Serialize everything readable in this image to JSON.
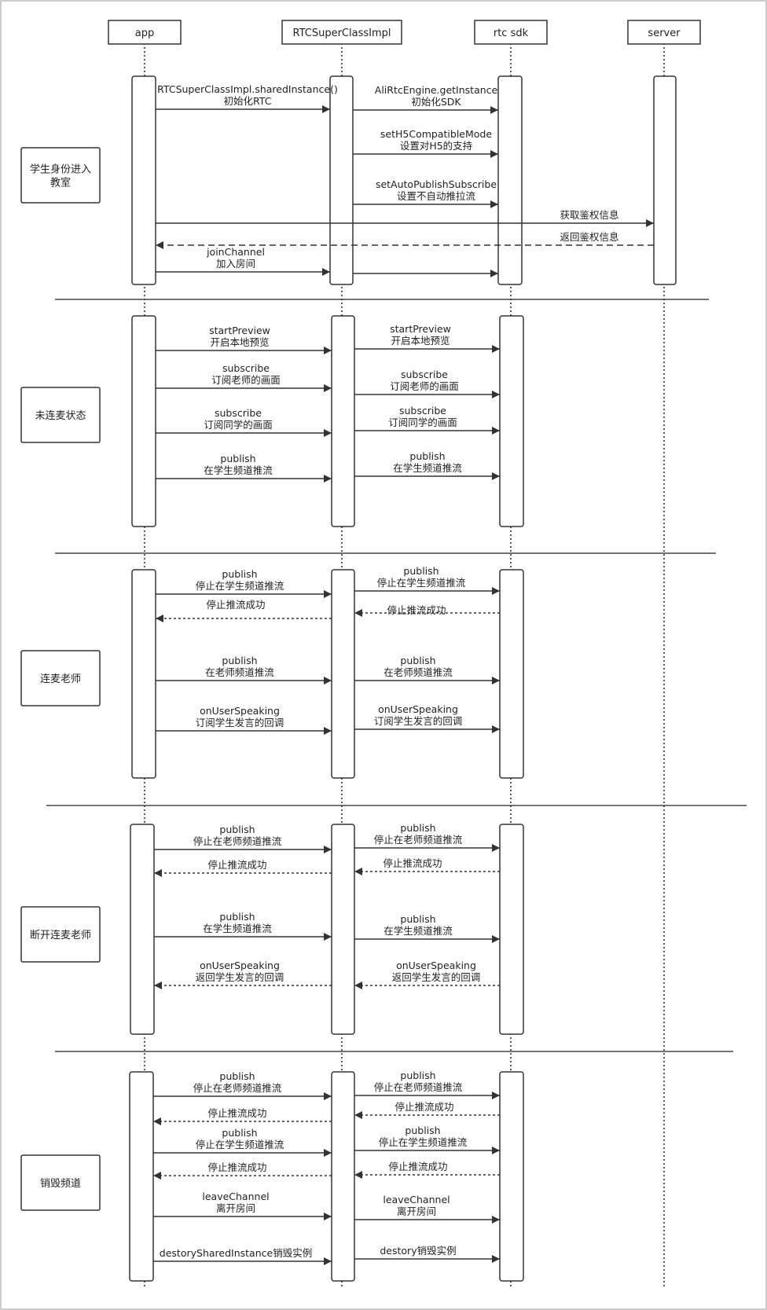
{
  "participants": [
    {
      "id": "app",
      "label": "app"
    },
    {
      "id": "rtc_impl",
      "label": "RTCSuperClassImpl"
    },
    {
      "id": "rtc_sdk",
      "label": "rtc sdk"
    },
    {
      "id": "server",
      "label": "server"
    }
  ],
  "phases": [
    {
      "label": [
        "学生身份进入",
        "教室"
      ],
      "messages": [
        {
          "from": "app",
          "to": "rtc_impl",
          "style": "solid",
          "lines": [
            "RTCSuperClassImpl.sharedInstance()",
            "初始化RTC"
          ]
        },
        {
          "from": "rtc_impl",
          "to": "rtc_sdk",
          "style": "solid",
          "lines": [
            "AliRtcEngine.getInstance",
            "初始化SDK"
          ]
        },
        {
          "from": "rtc_impl",
          "to": "rtc_sdk",
          "style": "solid",
          "lines": [
            "setH5CompatibleMode",
            "设置对H5的支持"
          ]
        },
        {
          "from": "rtc_impl",
          "to": "rtc_sdk",
          "style": "solid",
          "lines": [
            "setAutoPublishSubscribe",
            "设置不自动推拉流"
          ]
        },
        {
          "from": "app",
          "to": "server",
          "style": "solid",
          "lines": [
            "获取鉴权信息"
          ]
        },
        {
          "from": "server",
          "to": "app",
          "style": "dashed",
          "lines": [
            "返回鉴权信息"
          ]
        },
        {
          "from": "app",
          "to": "rtc_impl",
          "style": "solid",
          "lines": [
            "joinChannel",
            "加入房间"
          ]
        },
        {
          "from": "rtc_impl",
          "to": "rtc_sdk",
          "style": "solid",
          "lines": []
        }
      ]
    },
    {
      "label": [
        "未连麦状态"
      ],
      "messages": [
        {
          "from": "app",
          "to": "rtc_impl",
          "style": "solid",
          "lines": [
            "startPreview",
            "开启本地预览"
          ]
        },
        {
          "from": "rtc_impl",
          "to": "rtc_sdk",
          "style": "solid",
          "lines": [
            "startPreview",
            "开启本地预览"
          ]
        },
        {
          "from": "app",
          "to": "rtc_impl",
          "style": "solid",
          "lines": [
            "subscribe",
            "订阅老师的画面"
          ]
        },
        {
          "from": "rtc_impl",
          "to": "rtc_sdk",
          "style": "solid",
          "lines": [
            "subscribe",
            "订阅老师的画面"
          ]
        },
        {
          "from": "app",
          "to": "rtc_impl",
          "style": "solid",
          "lines": [
            "subscribe",
            "订阅同学的画面"
          ]
        },
        {
          "from": "rtc_impl",
          "to": "rtc_sdk",
          "style": "solid",
          "lines": [
            "subscribe",
            "订阅同学的画面"
          ]
        },
        {
          "from": "app",
          "to": "rtc_impl",
          "style": "solid",
          "lines": [
            "publish",
            "在学生频道推流"
          ]
        },
        {
          "from": "rtc_impl",
          "to": "rtc_sdk",
          "style": "solid",
          "lines": [
            "publish",
            "在学生频道推流"
          ]
        }
      ]
    },
    {
      "label": [
        "连麦老师"
      ],
      "messages": [
        {
          "from": "app",
          "to": "rtc_impl",
          "style": "solid",
          "lines": [
            "publish",
            "停止在学生频道推流"
          ]
        },
        {
          "from": "rtc_impl",
          "to": "rtc_sdk",
          "style": "solid",
          "lines": [
            "publish",
            "停止在学生频道推流"
          ]
        },
        {
          "from": "rtc_sdk",
          "to": "rtc_impl",
          "style": "dotted",
          "lines": [
            "停止推流成功"
          ]
        },
        {
          "from": "rtc_impl",
          "to": "app",
          "style": "dotted",
          "lines": [
            "停止推流成功"
          ]
        },
        {
          "from": "app",
          "to": "rtc_impl",
          "style": "solid",
          "lines": [
            "publish",
            "在老师频道推流"
          ]
        },
        {
          "from": "rtc_impl",
          "to": "rtc_sdk",
          "style": "solid",
          "lines": [
            "publish",
            "在老师频道推流"
          ]
        },
        {
          "from": "app",
          "to": "rtc_impl",
          "style": "solid",
          "lines": [
            "onUserSpeaking",
            "订阅学生发言的回调"
          ]
        },
        {
          "from": "rtc_impl",
          "to": "rtc_sdk",
          "style": "solid",
          "lines": [
            "onUserSpeaking",
            "订阅学生发言的回调"
          ]
        }
      ]
    },
    {
      "label": [
        "断开连麦老师"
      ],
      "messages": [
        {
          "from": "app",
          "to": "rtc_impl",
          "style": "solid",
          "lines": [
            "publish",
            "停止在老师频道推流"
          ]
        },
        {
          "from": "rtc_impl",
          "to": "rtc_sdk",
          "style": "solid",
          "lines": [
            "publish",
            "停止在老师频道推流"
          ]
        },
        {
          "from": "rtc_impl",
          "to": "app",
          "style": "dotted",
          "lines": [
            "停止推流成功"
          ]
        },
        {
          "from": "rtc_sdk",
          "to": "rtc_impl",
          "style": "dotted",
          "lines": [
            "停止推流成功"
          ]
        },
        {
          "from": "app",
          "to": "rtc_impl",
          "style": "solid",
          "lines": [
            "publish",
            "在学生频道推流"
          ]
        },
        {
          "from": "rtc_impl",
          "to": "rtc_sdk",
          "style": "solid",
          "lines": [
            "publish",
            "在学生频道推流"
          ]
        },
        {
          "from": "rtc_impl",
          "to": "app",
          "style": "dotted",
          "lines": [
            "onUserSpeaking",
            "返回学生发言的回调"
          ]
        },
        {
          "from": "rtc_sdk",
          "to": "rtc_impl",
          "style": "dotted",
          "lines": [
            "onUserSpeaking",
            "返回学生发言的回调"
          ]
        }
      ]
    },
    {
      "label": [
        "销毁频道"
      ],
      "messages": [
        {
          "from": "app",
          "to": "rtc_impl",
          "style": "solid",
          "lines": [
            "publish",
            "停止在老师频道推流"
          ]
        },
        {
          "from": "rtc_impl",
          "to": "rtc_sdk",
          "style": "solid",
          "lines": [
            "publish",
            "停止在老师频道推流"
          ]
        },
        {
          "from": "rtc_impl",
          "to": "app",
          "style": "dotted",
          "lines": [
            "停止推流成功"
          ]
        },
        {
          "from": "rtc_sdk",
          "to": "rtc_impl",
          "style": "dotted",
          "lines": [
            "停止推流成功"
          ]
        },
        {
          "from": "app",
          "to": "rtc_impl",
          "style": "solid",
          "lines": [
            "publish",
            "停止在学生频道推流"
          ]
        },
        {
          "from": "rtc_impl",
          "to": "rtc_sdk",
          "style": "solid",
          "lines": [
            "publish",
            "停止在学生频道推流"
          ]
        },
        {
          "from": "rtc_impl",
          "to": "app",
          "style": "dotted",
          "lines": [
            "停止推流成功"
          ]
        },
        {
          "from": "rtc_sdk",
          "to": "rtc_impl",
          "style": "dotted",
          "lines": [
            "停止推流成功"
          ]
        },
        {
          "from": "app",
          "to": "rtc_impl",
          "style": "solid",
          "lines": [
            "leaveChannel",
            "离开房间"
          ]
        },
        {
          "from": "rtc_impl",
          "to": "rtc_sdk",
          "style": "solid",
          "lines": [
            "leaveChannel",
            "离开房间"
          ]
        },
        {
          "from": "app",
          "to": "rtc_impl",
          "style": "solid",
          "lines": [
            "destorySharedInstance销毁实例"
          ]
        },
        {
          "from": "rtc_impl",
          "to": "rtc_sdk",
          "style": "solid",
          "lines": [
            "destory销毁实例"
          ]
        }
      ]
    }
  ]
}
